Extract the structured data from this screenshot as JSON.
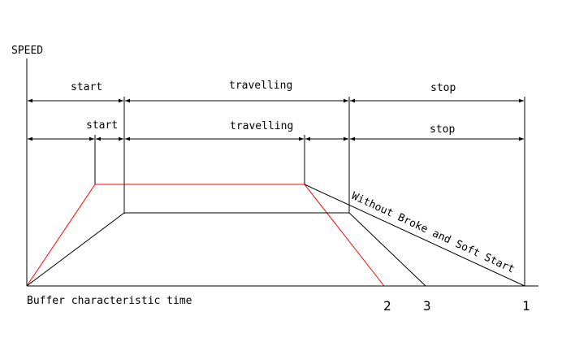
{
  "axes": {
    "y_label": "SPEED",
    "x_label": "Buffer characteristic time"
  },
  "row1": {
    "start": "start",
    "travelling": "travelling",
    "stop": "stop"
  },
  "row2": {
    "start": "start",
    "travelling": "travelling",
    "stop": "stop"
  },
  "curves": {
    "curve_1_label": "Without Broke and Soft Start",
    "end_labels": [
      "2",
      "3",
      "1"
    ]
  },
  "colors": {
    "line": "#000000",
    "soft_profile": "#ff0000",
    "background": "#ffffff"
  }
}
